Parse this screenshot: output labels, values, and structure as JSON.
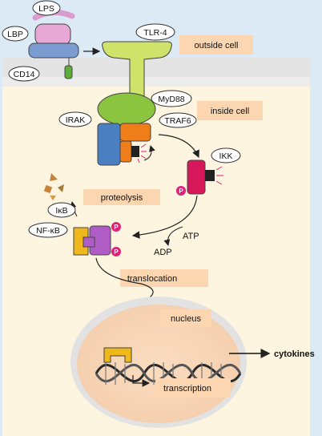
{
  "labels": {
    "lps": "LPS",
    "lbp": "LBP",
    "cd14": "CD14",
    "tlr4": "TLR-4",
    "myd88": "MyD88",
    "irak": "IRAK",
    "traf6": "TRAF6",
    "ikk": "IKK",
    "ikb": "IκB",
    "nfkb": "NF-κB",
    "atp": "ATP",
    "adp": "ADP",
    "cytokines": "cytokines",
    "phospho": "P"
  },
  "regions": {
    "outside_cell": "outside cell",
    "inside_cell": "inside cell"
  },
  "steps": {
    "proteolysis": "proteolysis",
    "translocation": "translocation",
    "nucleus": "nucleus",
    "transcription": "transcription"
  },
  "colors": {
    "background": "#dceaf6",
    "cytoplasm": "#fdf5df",
    "membrane": "#e4e4e4",
    "label_box": "#fcd6b0",
    "tlr4": "#cfe26a",
    "myd88": "#8bc53f",
    "irak": "#4a7fc1",
    "traf6": "#ef7d1a",
    "ikk": "#d6185b",
    "ikb": "#b05cc6",
    "nfkb": "#efb91c",
    "phospho": "#e0217a",
    "nucleus": "#f8d9b8",
    "lps": "#d99ccf",
    "lbp": "#e8a8d6",
    "cd14": "#7a9cd0"
  }
}
